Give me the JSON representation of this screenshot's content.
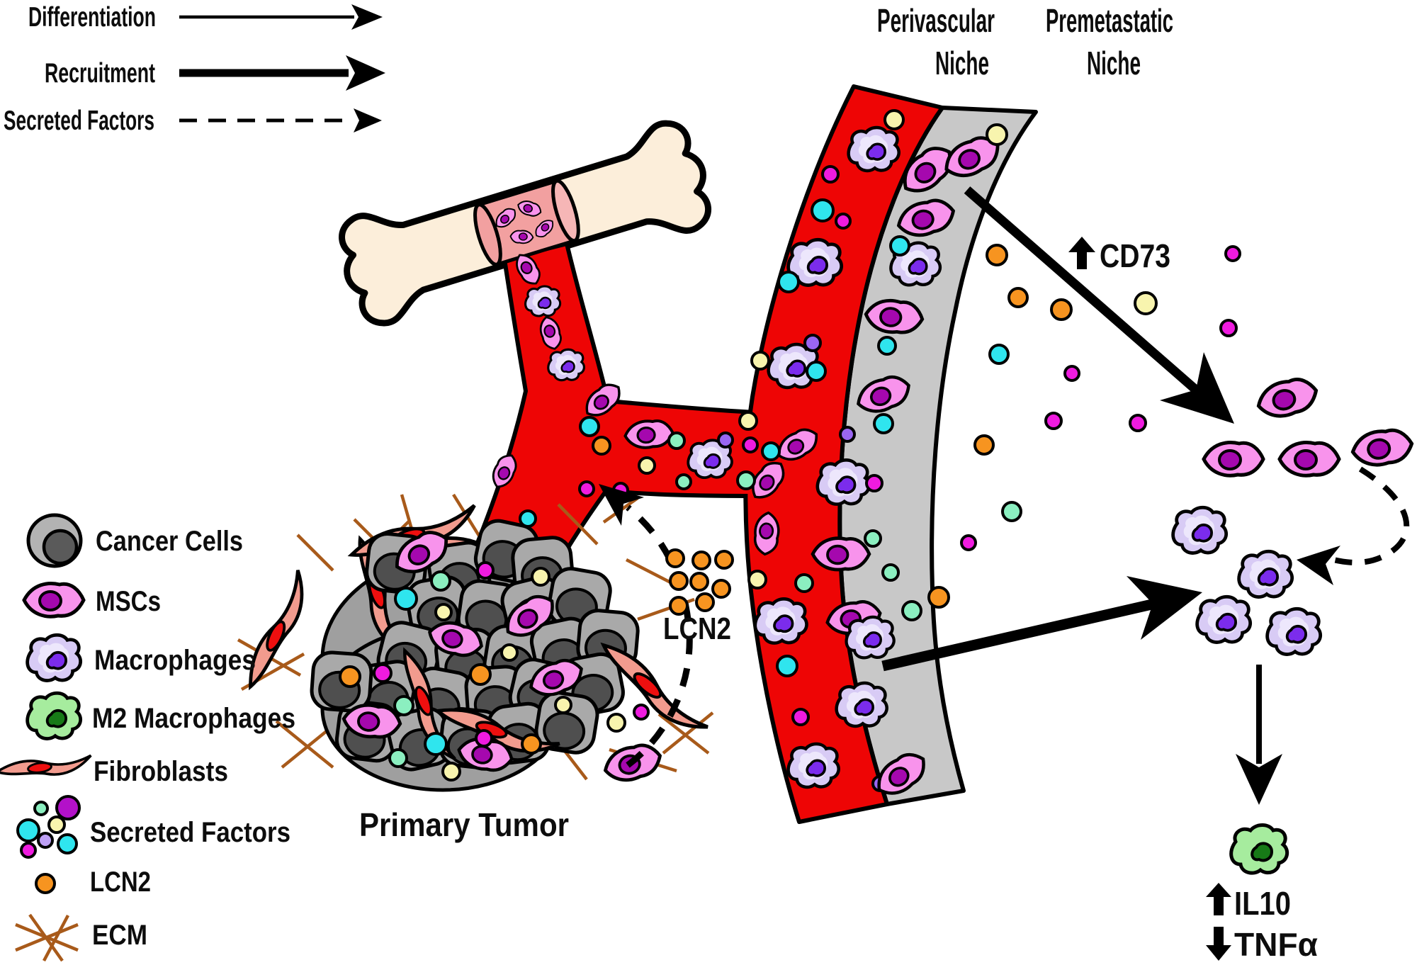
{
  "figure": {
    "type": "biology-schematic",
    "subject": "MSC and macrophage trafficking from bone marrow through vasculature to primary tumor, perivascular niche and premetastatic niche"
  },
  "arrow_key": {
    "items": [
      {
        "id": "differentiation",
        "label": "Differentiation",
        "line_style": "thin-solid"
      },
      {
        "id": "recruitment",
        "label": "Recruitment",
        "line_style": "thick-solid"
      },
      {
        "id": "secreted-factors",
        "label": "Secreted Factors",
        "line_style": "dashed"
      }
    ]
  },
  "region_labels": {
    "perivascular_line1": "Perivascular",
    "perivascular_line2": "Niche",
    "premetastatic_line1": "Premetastatic",
    "premetastatic_line2": "Niche",
    "primary_tumor": "Primary Tumor"
  },
  "annotations": {
    "cd73": {
      "direction": "up",
      "label": "CD73"
    },
    "lcn2": "LCN2",
    "il10": {
      "direction": "up",
      "label": "IL10"
    },
    "tnfa": {
      "direction": "down",
      "label": "TNFα"
    }
  },
  "legend": {
    "items": [
      {
        "icon": "cancer-cell-icon",
        "label": "Cancer Cells"
      },
      {
        "icon": "msc-icon",
        "label": "MSCs"
      },
      {
        "icon": "macrophage-icon",
        "label": "Macrophages"
      },
      {
        "icon": "m2-macrophage-icon",
        "label": "M2 Macrophages"
      },
      {
        "icon": "fibroblast-icon",
        "label": "Fibroblasts"
      },
      {
        "icon": "secreted-factors-icon",
        "label": "Secreted Factors"
      },
      {
        "icon": "lcn2-icon",
        "label": "LCN2"
      },
      {
        "icon": "ecm-icon",
        "label": "ECM"
      }
    ]
  },
  "colors": {
    "vessel_red": "#EE0505",
    "perivascular_gray": "#C8C8C8",
    "bone": "#FCEEDA",
    "bone_marrow": "#F2A0A0",
    "msc_pink": "#F893EC",
    "msc_nucleus": "#A508AE",
    "macrophage_lavender": "#D8CBF5",
    "macrophage_nucleus": "#7B2CEC",
    "m2_green": "#A6EC9E",
    "m2_nucleus": "#177A17",
    "fibroblast_salmon": "#F29B8E",
    "fibroblast_nucleus": "#EE0F0F",
    "cancer_gray": "#A9A9A9",
    "cancer_nucleus": "#4F4F4F",
    "lcn2_orange": "#F79420",
    "ecm_brown": "#A85A1A",
    "secreted_factor_colors": [
      "#2FE5EE",
      "#F8F4AE",
      "#EF1BDF",
      "#9A66F2",
      "#8BEFC0",
      "#B311C9"
    ]
  }
}
